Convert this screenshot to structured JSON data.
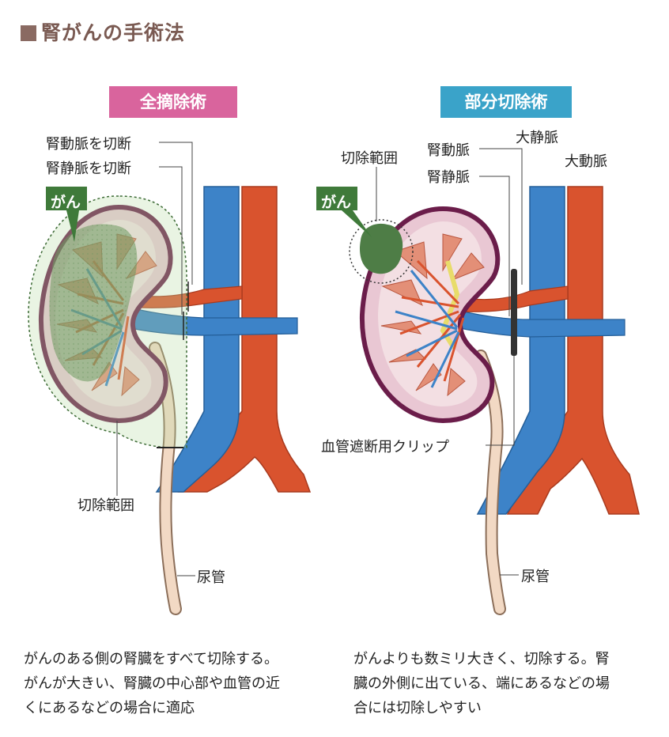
{
  "title": "腎がんの手術法",
  "colors": {
    "title": "#7a5a52",
    "total_header_bg": "#d9649d",
    "partial_header_bg": "#3aa3c9",
    "vein": "#3d83c8",
    "artery": "#d9532e",
    "tumor": "#4e7d46",
    "kidney_outline": "#6b1d4a",
    "kidney_medulla": "#e38f77"
  },
  "total": {
    "header": "全摘除術",
    "artery_cut": "腎動脈を切断",
    "vein_cut": "腎静脈を切断",
    "cancer": "がん",
    "resection_range": "切除範囲",
    "ureter": "尿管",
    "caption_lines": [
      "がんのある側の腎臓をすべて切除する。",
      "がんが大きい、腎臓の中心部や血管の近",
      "くにあるなどの場合に適応"
    ]
  },
  "partial": {
    "header": "部分切除術",
    "resection_range": "切除範囲",
    "cancer": "がん",
    "renal_artery": "腎動脈",
    "renal_vein": "腎静脈",
    "vena_cava": "大静脈",
    "aorta": "大動脈",
    "clip": "血管遮断用クリップ",
    "ureter": "尿管",
    "caption_lines": [
      "がんよりも数ミリ大きく、切除する。腎",
      "臓の外側に出ている、端にあるなどの場",
      "合には切除しやすい"
    ]
  }
}
